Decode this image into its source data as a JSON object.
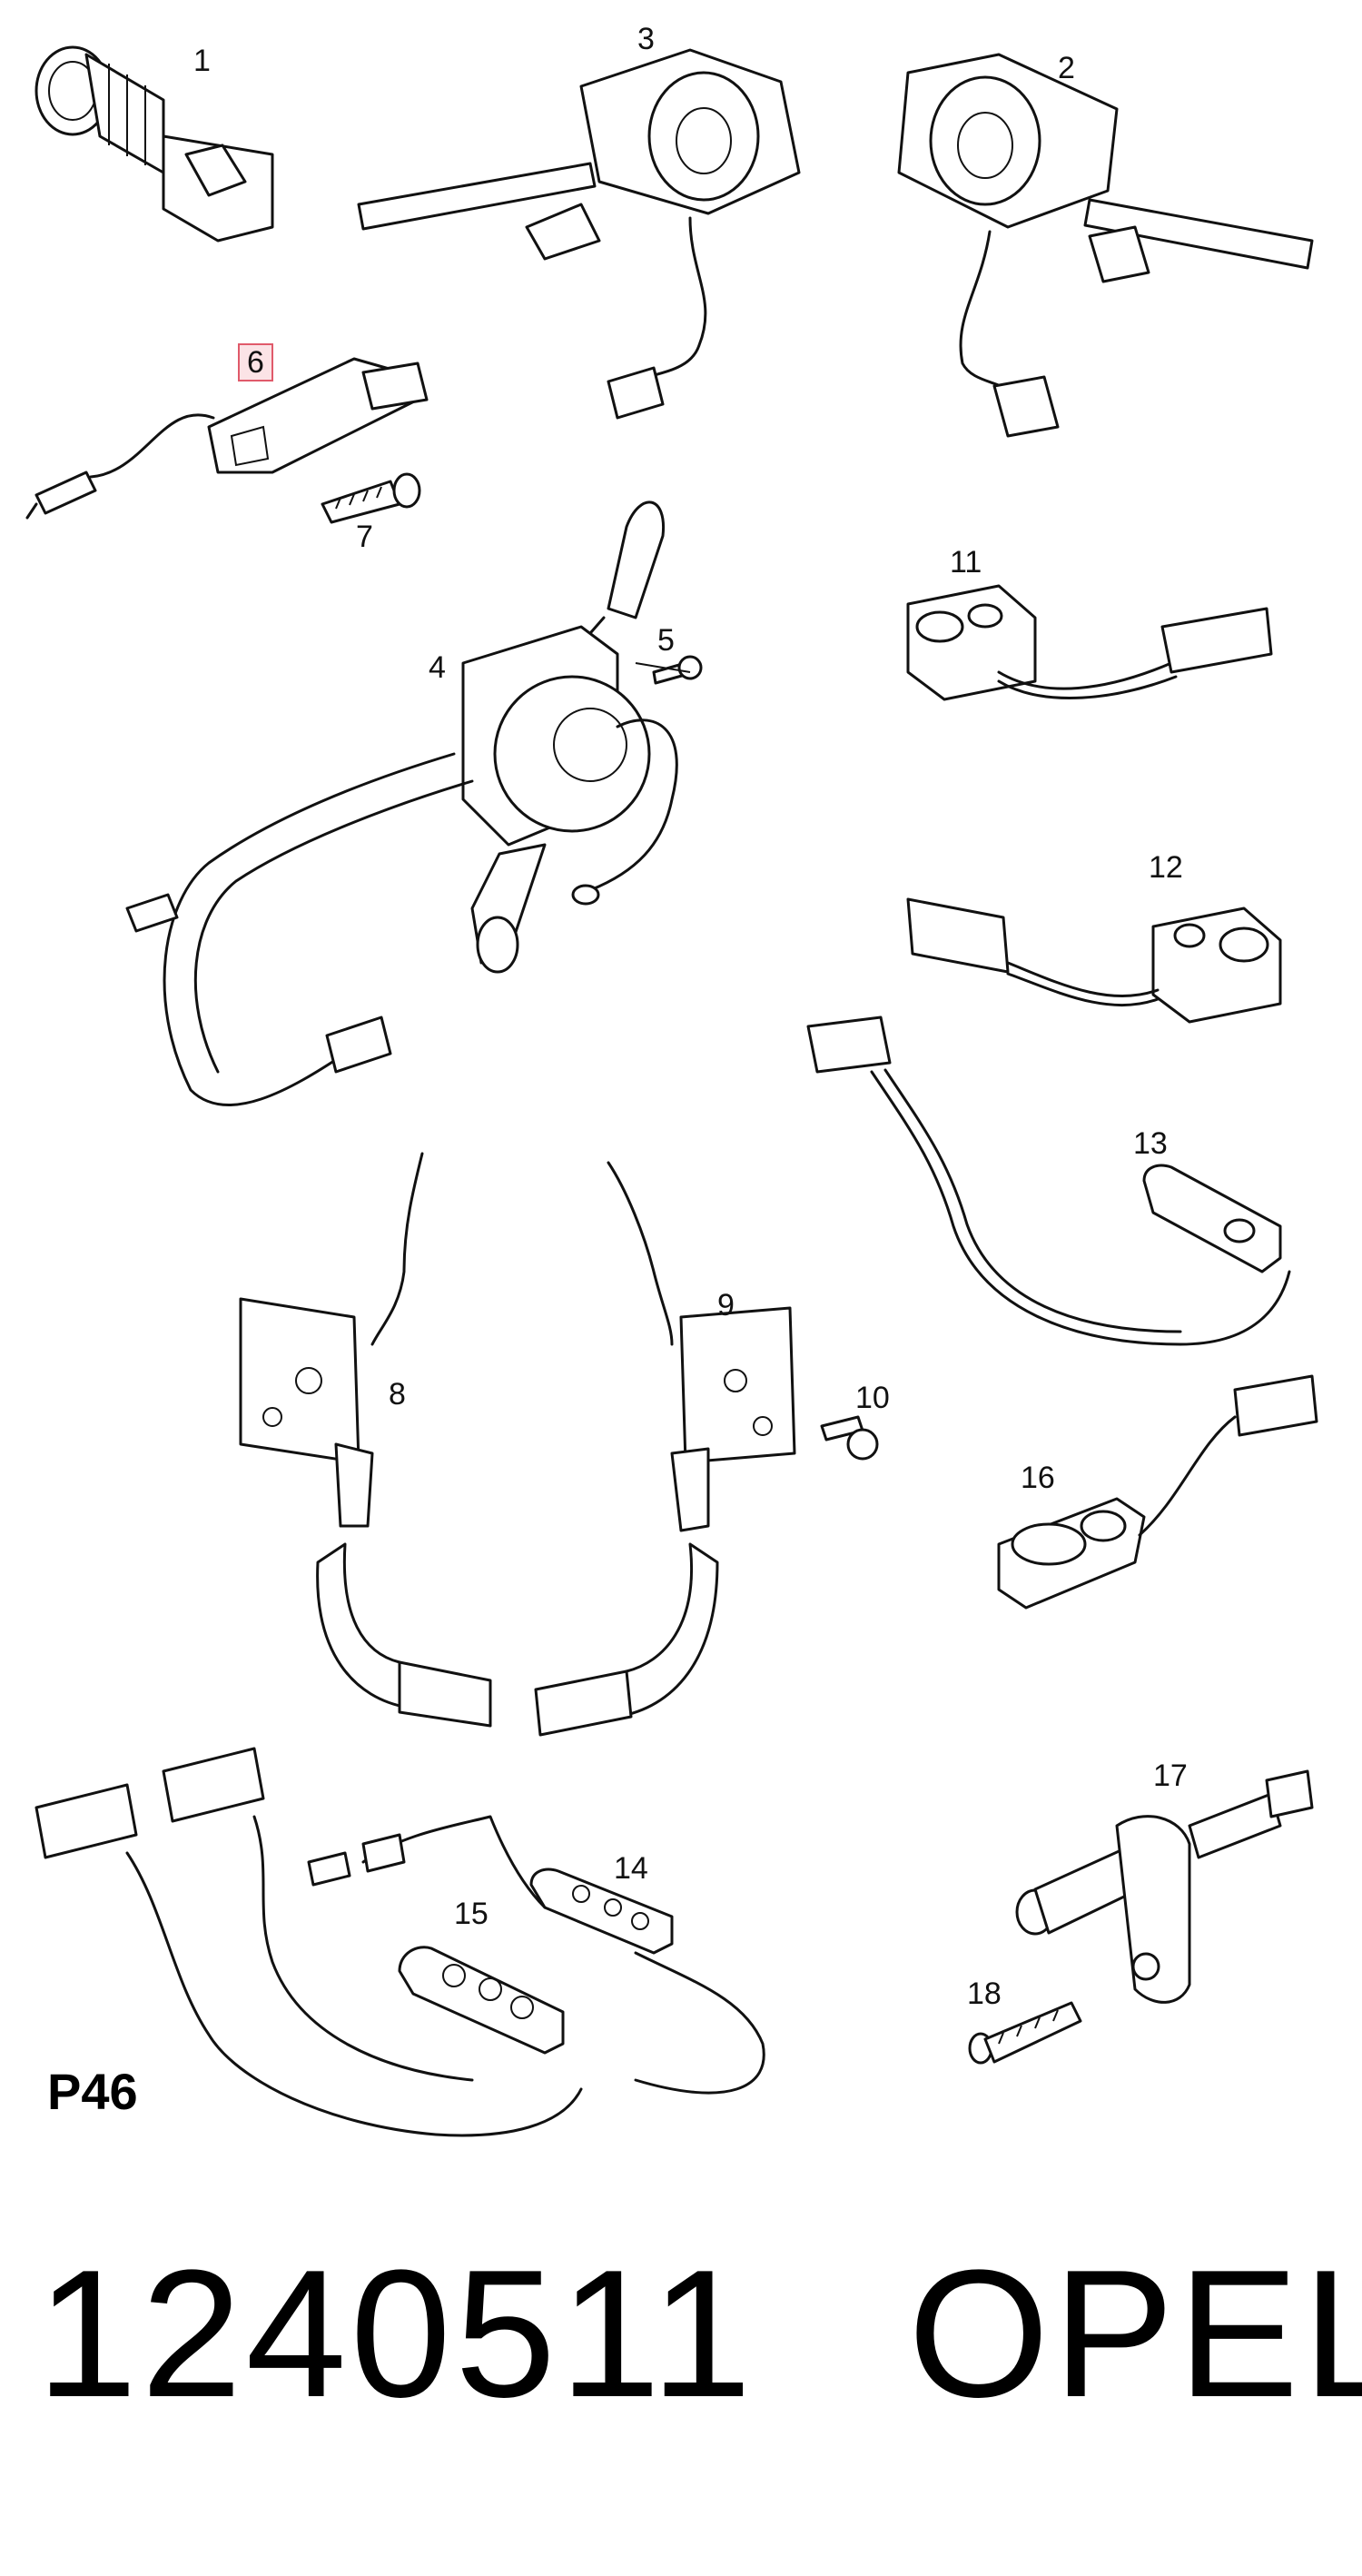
{
  "callouts": [
    {
      "label": "1"
    },
    {
      "label": "2"
    },
    {
      "label": "3"
    },
    {
      "label": "4"
    },
    {
      "label": "5"
    },
    {
      "label": "6"
    },
    {
      "label": "7"
    },
    {
      "label": "8"
    },
    {
      "label": "9"
    },
    {
      "label": "10"
    },
    {
      "label": "11"
    },
    {
      "label": "12"
    },
    {
      "label": "13"
    },
    {
      "label": "14"
    },
    {
      "label": "15"
    },
    {
      "label": "16"
    },
    {
      "label": "17"
    },
    {
      "label": "18"
    }
  ],
  "highlighted_callout": "6",
  "highlight_color": "#e05a6a",
  "page_ref": "P46",
  "part_number": "1240511",
  "brand": "OPEL"
}
